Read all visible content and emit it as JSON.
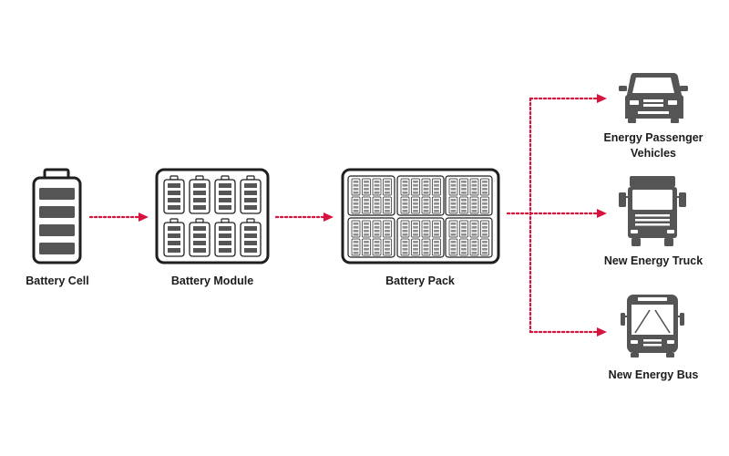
{
  "colors": {
    "arrow": "#d6143d",
    "stroke": "#1f1f1f",
    "fill": "#555555",
    "cell_fill": "#8e8e8e",
    "background": "#ffffff"
  },
  "stages": {
    "cell": {
      "label": "Battery Cell",
      "icon": "battery-cell-icon"
    },
    "module": {
      "label": "Battery Module",
      "icon": "battery-module-icon"
    },
    "pack": {
      "label": "Battery Pack",
      "icon": "battery-pack-icon"
    }
  },
  "applications": {
    "passenger": {
      "label_line1": "Energy Passenger",
      "label_line2": "Vehicles",
      "icon": "car-icon"
    },
    "truck": {
      "label": "New Energy Truck",
      "icon": "truck-icon"
    },
    "bus": {
      "label": "New Energy Bus",
      "icon": "bus-icon"
    }
  }
}
